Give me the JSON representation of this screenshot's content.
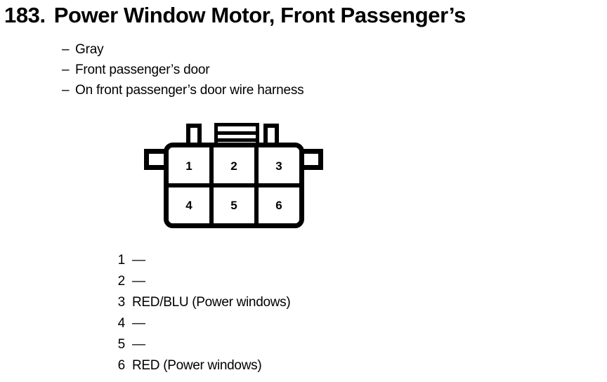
{
  "header": {
    "number": "183.",
    "title": "Power Window Motor, Front Passenger’s"
  },
  "description": {
    "dash": "–",
    "items": [
      "Gray",
      "Front passenger’s door",
      "On front passenger’s door wire harness"
    ]
  },
  "connector": {
    "top_row": [
      "1",
      "2",
      "3"
    ],
    "bottom_row": [
      "4",
      "5",
      "6"
    ]
  },
  "legend": {
    "rows": [
      {
        "pin": "1",
        "wire": "—"
      },
      {
        "pin": "2",
        "wire": "—"
      },
      {
        "pin": "3",
        "wire": "RED/BLU (Power windows)"
      },
      {
        "pin": "4",
        "wire": "—"
      },
      {
        "pin": "5",
        "wire": "—"
      },
      {
        "pin": "6",
        "wire": "RED (Power windows)"
      }
    ]
  },
  "colors": {
    "ink": "#000000",
    "page": "#ffffff"
  }
}
